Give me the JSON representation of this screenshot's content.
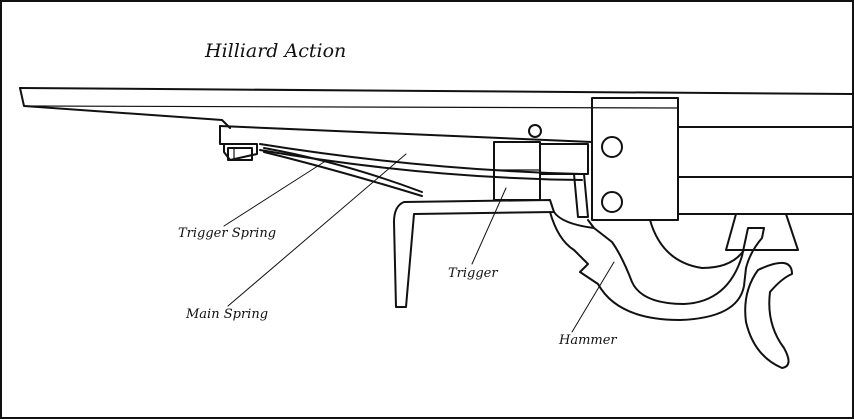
{
  "title": "Hilliard Action",
  "labels": {
    "trigger_spring": "Trigger Spring",
    "main_spring": "Main Spring",
    "trigger": "Trigger",
    "hammer": "Hammer"
  },
  "colors": {
    "line": "#111111",
    "background": "#ffffff"
  }
}
